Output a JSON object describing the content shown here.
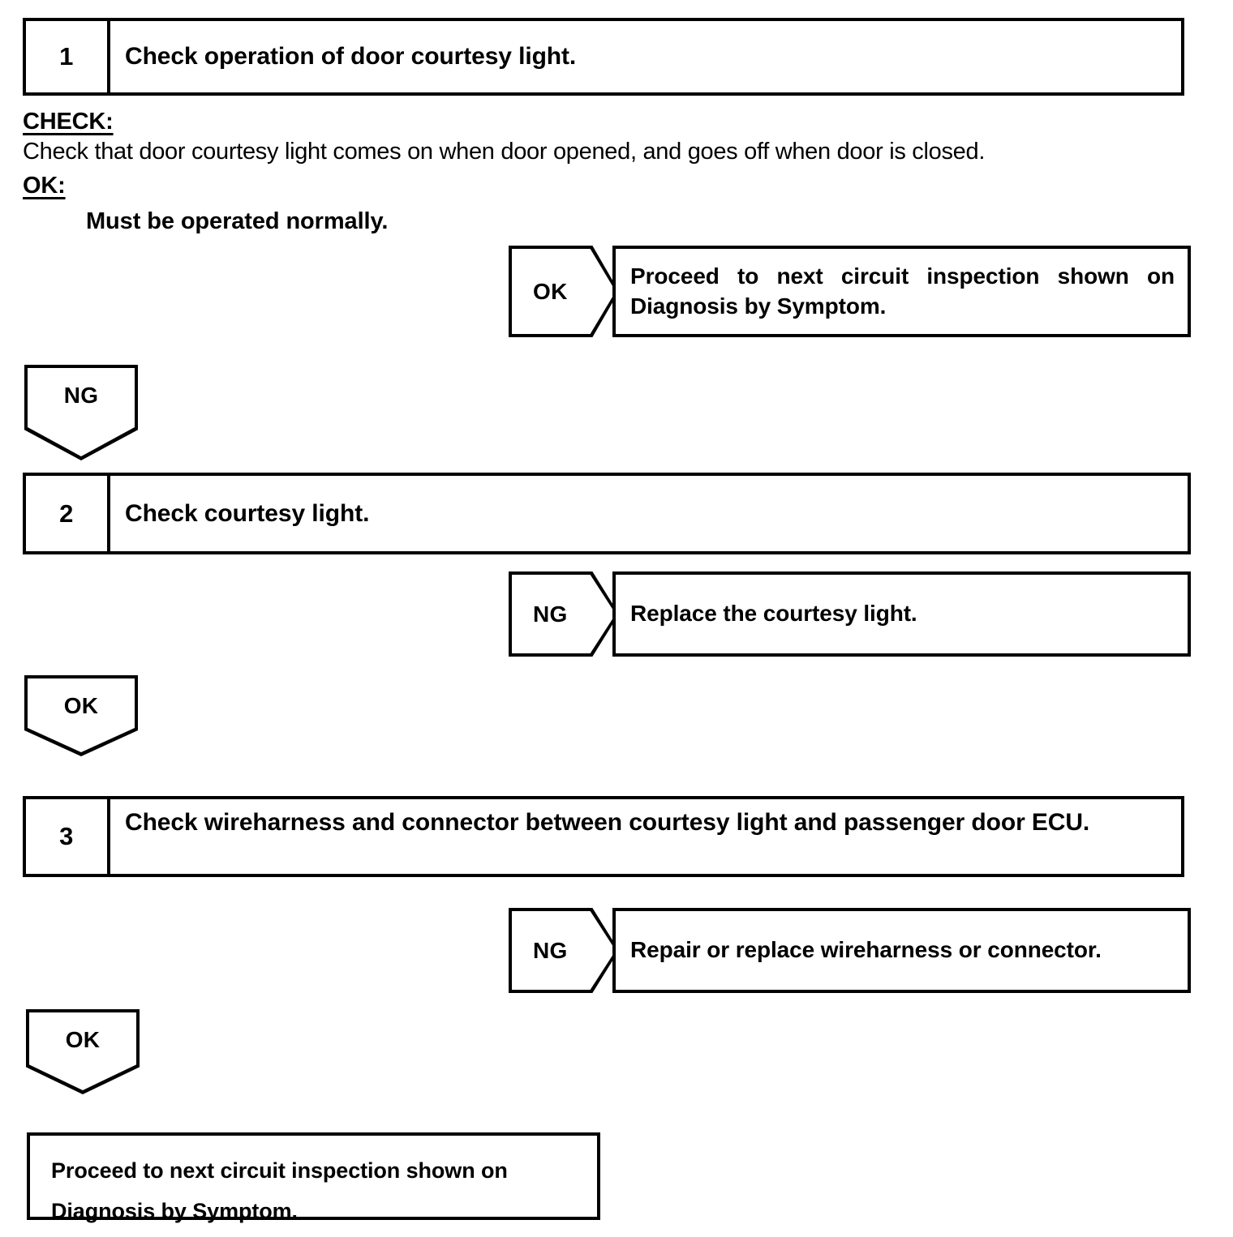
{
  "document": {
    "type": "circuit-inspection-flowchart",
    "title": "Check operation of door courtesy light"
  },
  "steps": [
    {
      "number": "1",
      "text": "Check operation of door courtesy light."
    },
    {
      "number": "2",
      "text": "Check courtesy light."
    },
    {
      "number": "3",
      "text": "Check wireharness and connector between courtesy light and passenger door ECU."
    }
  ],
  "check_block": {
    "check_label": "CHECK:",
    "check_text": "Check that door courtesy light comes on when door opened, and goes off when door is closed.",
    "ok_label": "OK:",
    "ok_text": "Must be operated normally."
  },
  "branches": [
    {
      "id": "step1-ok",
      "label": "OK",
      "direction": "right",
      "result_line_1": "Proceed to next circuit inspection shown on",
      "result_line_2": "Diagnosis by Symptom."
    },
    {
      "id": "step1-ng",
      "label": "NG",
      "direction": "down"
    },
    {
      "id": "step2-ng",
      "label": "NG",
      "direction": "right",
      "result_line_1": "Replace the courtesy light."
    },
    {
      "id": "step2-ok",
      "label": "OK",
      "direction": "down"
    },
    {
      "id": "step3-ng",
      "label": "NG",
      "direction": "right",
      "result_line_1": "Repair or replace wireharness or connector."
    },
    {
      "id": "step3-ok",
      "label": "OK",
      "direction": "down"
    }
  ],
  "terminal": {
    "line_1": "Proceed to next circuit inspection shown on",
    "line_2": "Diagnosis by Symptom."
  },
  "colors": {
    "ink": "#000000",
    "paper": "#ffffff"
  }
}
